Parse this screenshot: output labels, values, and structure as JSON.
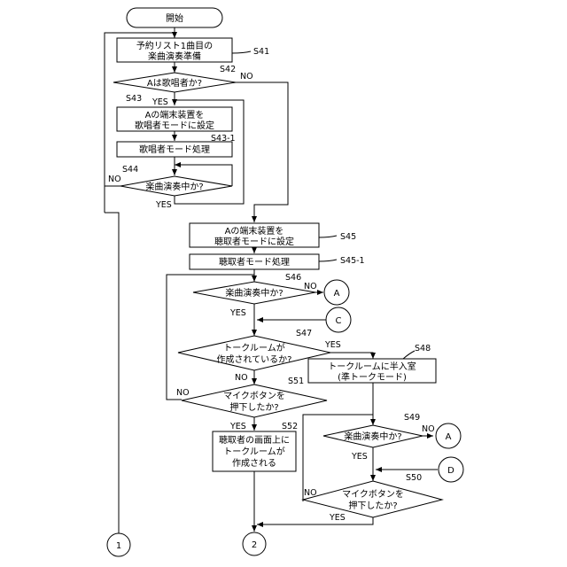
{
  "start": "開始",
  "s41": {
    "line1": "予約リスト1曲目の",
    "line2": "楽曲演奏準備",
    "label": "S41"
  },
  "s42": {
    "text": "Aは歌唱者か?",
    "label": "S42",
    "yes": "YES",
    "no": "NO"
  },
  "s43": {
    "line1": "Aの端末装置を",
    "line2": "歌唱者モードに設定",
    "label": "S43"
  },
  "s43_1": {
    "text": "歌唱者モード処理",
    "label": "S43-1"
  },
  "s44": {
    "text": "楽曲演奏中か?",
    "label": "S44",
    "yes": "YES",
    "no": "NO"
  },
  "s45": {
    "line1": "Aの端末装置を",
    "line2": "聴取者モードに設定",
    "label": "S45"
  },
  "s45_1": {
    "text": "聴取者モード処理",
    "label": "S45-1"
  },
  "s46": {
    "text": "楽曲演奏中か?",
    "label": "S46",
    "yes": "YES",
    "no": "NO"
  },
  "s47": {
    "line1": "トークルームが",
    "line2": "作成されているか?",
    "label": "S47",
    "yes": "YES",
    "no": "NO"
  },
  "s48": {
    "line1": "トークルームに半入室",
    "line2": "(準トークモード)",
    "label": "S48"
  },
  "s49": {
    "text": "楽曲演奏中か?",
    "label": "S49",
    "yes": "YES",
    "no": "NO"
  },
  "s50": {
    "line1": "マイクボタンを",
    "line2": "押下したか?",
    "label": "S50",
    "yes": "YES",
    "no": "NO"
  },
  "s51": {
    "line1": "マイクボタンを",
    "line2": "押下したか?",
    "label": "S51",
    "yes": "YES",
    "no": "NO"
  },
  "s52": {
    "line1": "聴取者の画面上に",
    "line2": "トークルームが",
    "line3": "作成される",
    "label": "S52"
  },
  "connectors": {
    "a1": "A",
    "a2": "A",
    "c": "C",
    "d": "D",
    "one": "1",
    "two": "2"
  }
}
